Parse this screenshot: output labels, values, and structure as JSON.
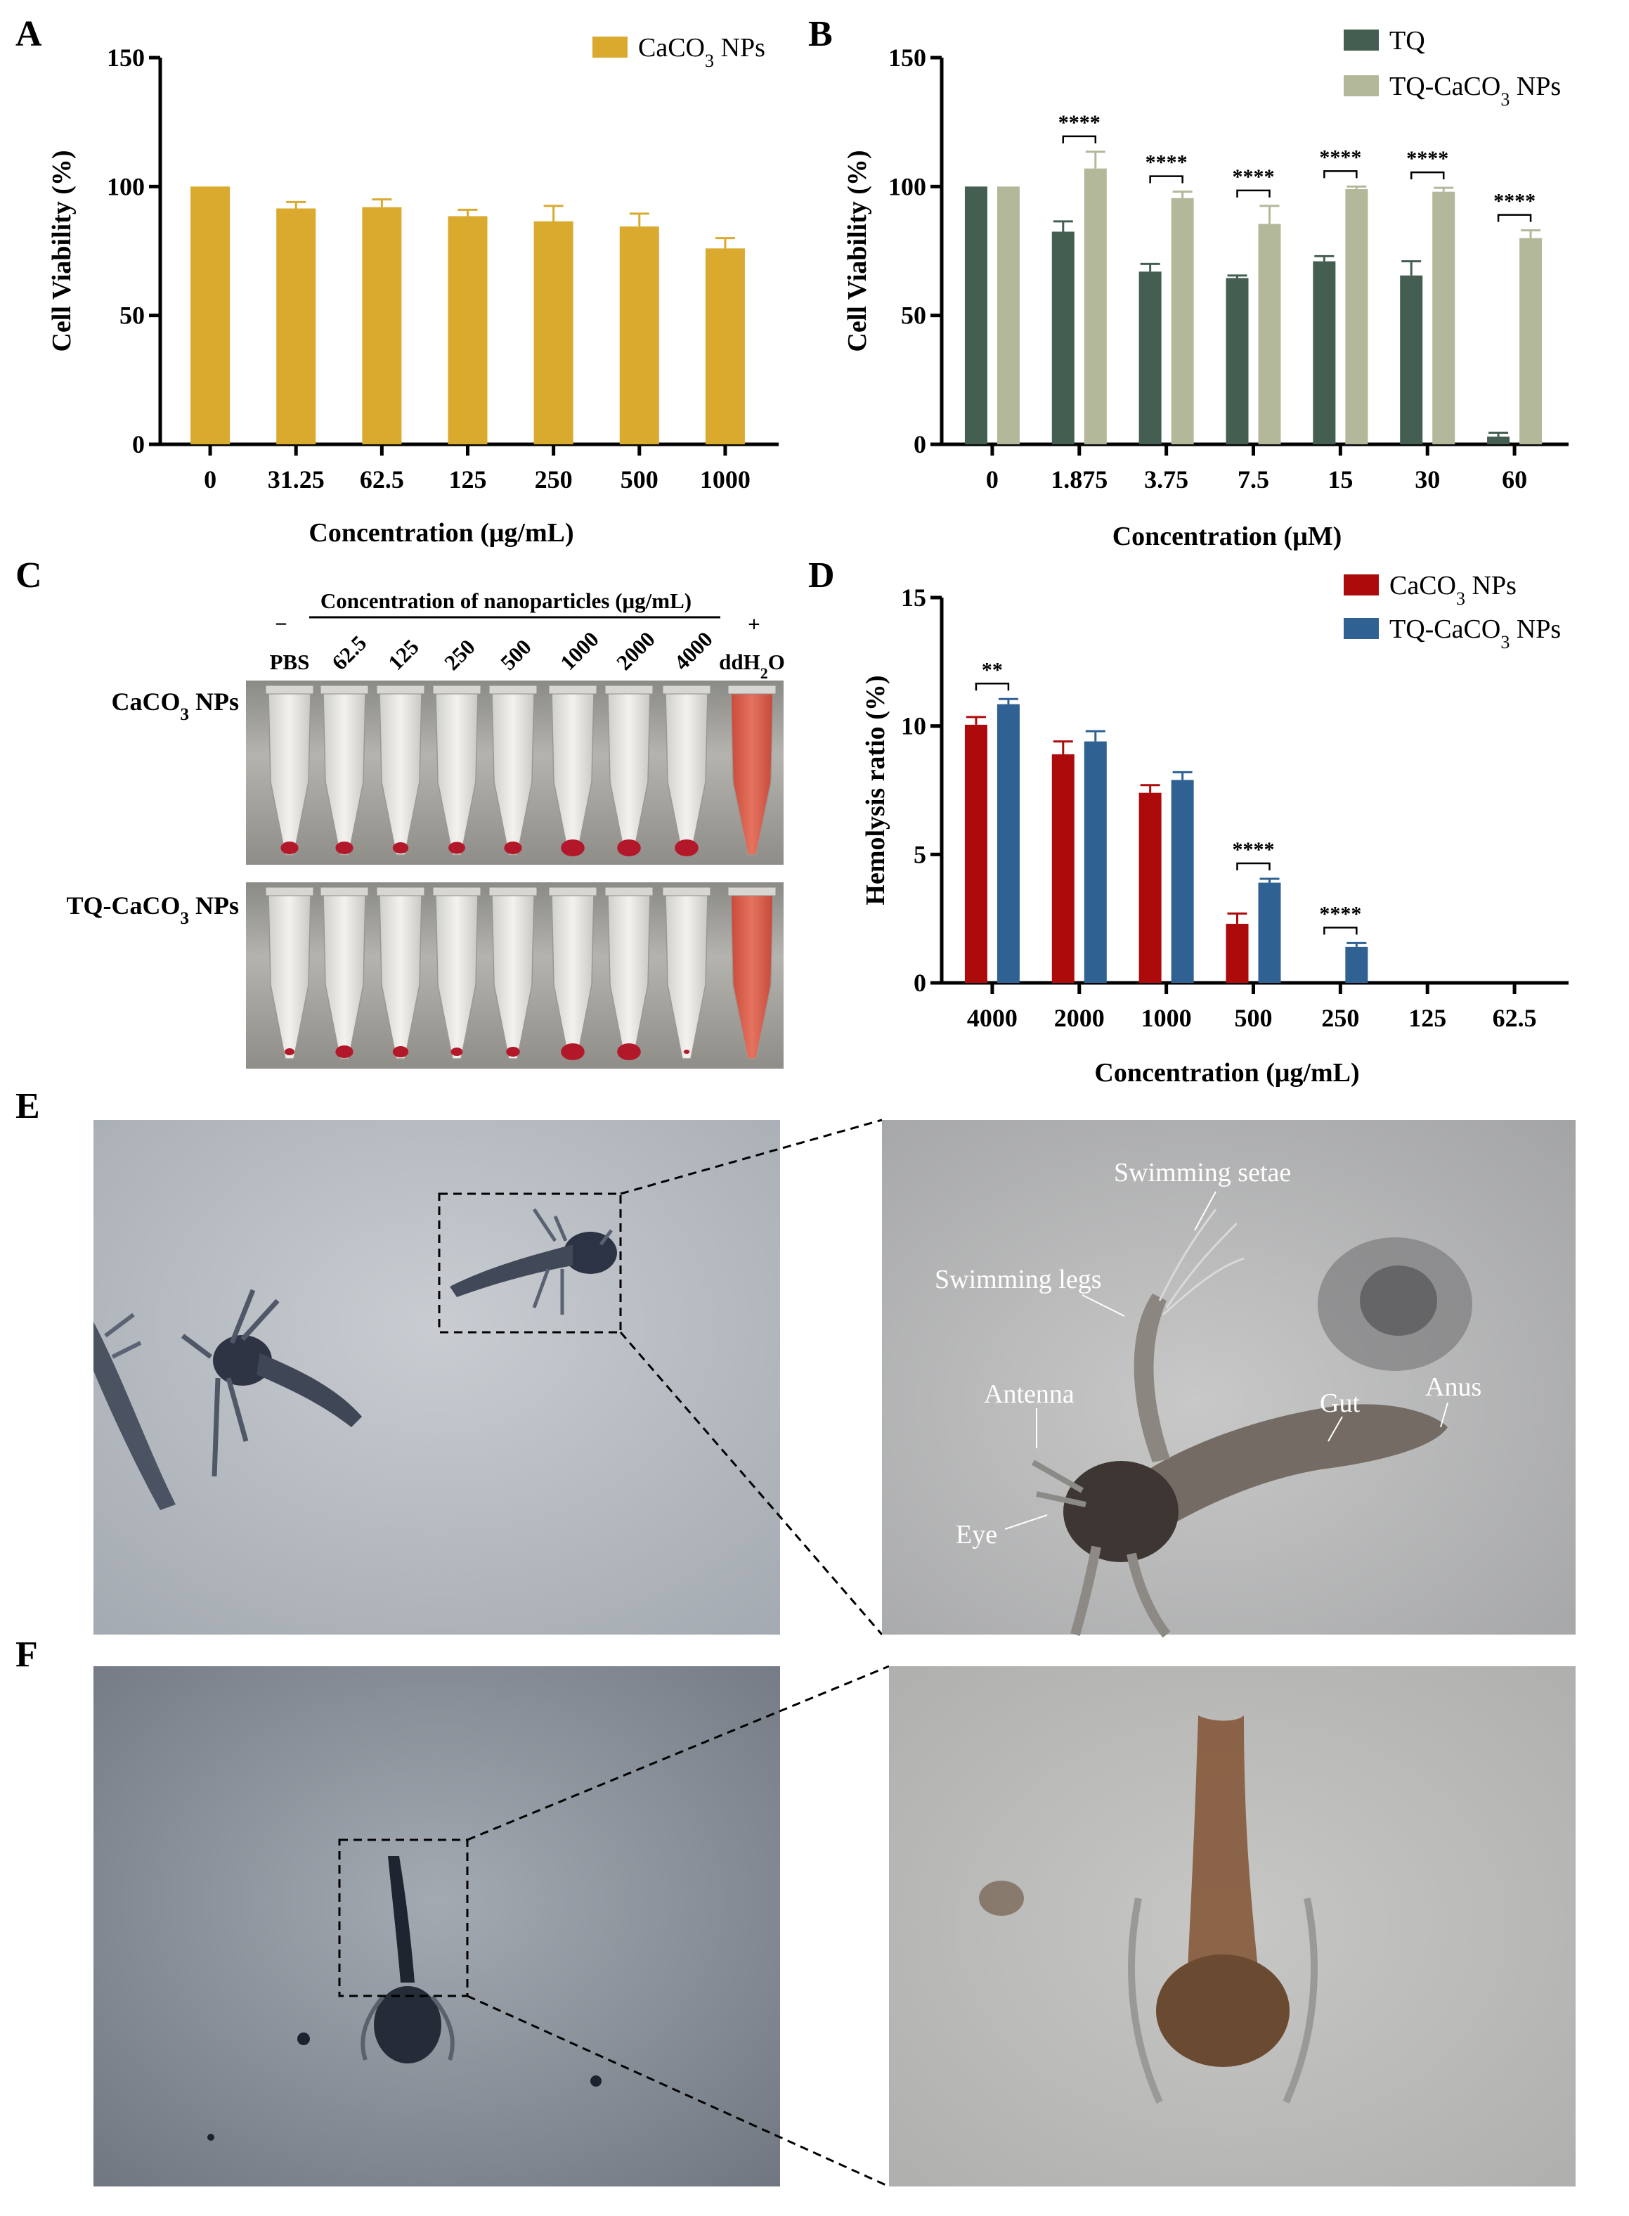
{
  "panels": {
    "A": "A",
    "B": "B",
    "C": "C",
    "D": "D",
    "E": "E",
    "F": "F"
  },
  "colors": {
    "caco3": "#D9AA2E",
    "tq": "#445E52",
    "tq_caco3": "#B4B89A",
    "hemo_caco3": "#AD0B0B",
    "hemo_tq_caco3": "#2F6193"
  },
  "chart_data": [
    {
      "id": "A",
      "type": "bar",
      "title": "",
      "xlabel": "Concentration (μg/mL)",
      "ylabel": "Cell Viability (%)",
      "ylim": [
        0,
        150
      ],
      "yticks": [
        0,
        50,
        100,
        150
      ],
      "categories": [
        "0",
        "31.25",
        "62.5",
        "125",
        "250",
        "500",
        "1000"
      ],
      "legend_position": "top-right",
      "series": [
        {
          "name": "CaCO3 NPs",
          "name_main": "CaCO",
          "name_sub": "3",
          "name_tail": " NPs",
          "values": [
            100,
            91.5,
            92,
            88.5,
            86.5,
            84.5,
            76
          ],
          "errors": [
            0,
            2.5,
            3,
            2.5,
            6,
            5,
            4
          ]
        }
      ],
      "significance": []
    },
    {
      "id": "B",
      "type": "bar",
      "title": "",
      "xlabel": "Concentration (μM)",
      "ylabel": "Cell Viability (%)",
      "ylim": [
        0,
        150
      ],
      "yticks": [
        0,
        50,
        100,
        150
      ],
      "categories": [
        "0",
        "1.875",
        "3.75",
        "7.5",
        "15",
        "30",
        "60"
      ],
      "legend_position": "top-right",
      "series": [
        {
          "name": "TQ",
          "name_main": "TQ",
          "name_sub": "",
          "name_tail": "",
          "values": [
            100,
            82.5,
            67,
            64.5,
            71,
            65.5,
            3
          ],
          "errors": [
            0,
            4,
            3,
            1,
            2,
            5.5,
            1.5
          ]
        },
        {
          "name": "TQ-CaCO3 NPs",
          "name_main": "TQ-CaCO",
          "name_sub": "3",
          "name_tail": " NPs",
          "values": [
            100,
            107,
            95.5,
            85.5,
            99,
            98,
            80
          ],
          "errors": [
            0,
            6.5,
            2.5,
            7,
            1,
            1.5,
            3
          ]
        }
      ],
      "significance": [
        {
          "category": 1,
          "label": "****"
        },
        {
          "category": 2,
          "label": "****"
        },
        {
          "category": 3,
          "label": "****"
        },
        {
          "category": 4,
          "label": "****"
        },
        {
          "category": 5,
          "label": "****"
        },
        {
          "category": 6,
          "label": "****"
        }
      ]
    },
    {
      "id": "D",
      "type": "bar",
      "title": "",
      "xlabel": "Concentration (μg/mL)",
      "ylabel": "Hemolysis ratio (%)",
      "ylim": [
        0,
        15
      ],
      "yticks": [
        0,
        5,
        10,
        15
      ],
      "categories": [
        "4000",
        "2000",
        "1000",
        "500",
        "250",
        "125",
        "62.5"
      ],
      "legend_position": "top-right",
      "series": [
        {
          "name": "CaCO3 NPs",
          "name_main": "CaCO",
          "name_sub": "3",
          "name_tail": " NPs",
          "values": [
            10.05,
            8.9,
            7.4,
            2.3,
            0,
            0,
            0
          ],
          "errors": [
            0.3,
            0.5,
            0.3,
            0.4,
            0,
            0,
            0
          ]
        },
        {
          "name": "TQ-CaCO3 NPs",
          "name_main": "TQ-CaCO",
          "name_sub": "3",
          "name_tail": " NPs",
          "values": [
            10.85,
            9.4,
            7.9,
            3.9,
            1.4,
            0,
            0
          ],
          "errors": [
            0.2,
            0.4,
            0.3,
            0.15,
            0.15,
            0,
            0
          ]
        }
      ],
      "significance": [
        {
          "category": 0,
          "label": "**"
        },
        {
          "category": 3,
          "label": "****"
        },
        {
          "category": 4,
          "label": "****"
        }
      ]
    }
  ],
  "panelC": {
    "header": "Concentration of nanoparticles (μg/mL)",
    "neg": "−",
    "pos": "+",
    "tubes": [
      "PBS",
      "62.5",
      "125",
      "250",
      "500",
      "1000",
      "2000",
      "4000"
    ],
    "water_main": "ddH",
    "water_sub": "2",
    "water_tail": "O",
    "row1_main": "CaCO",
    "row1_sub": "3",
    "row1_tail": " NPs",
    "row2_main": "TQ-CaCO",
    "row2_sub": "3",
    "row2_tail": " NPs",
    "row1_pellet": [
      0.9,
      0.9,
      0.8,
      0.85,
      0.9,
      1.2,
      1.2,
      1.2
    ],
    "row2_pellet": [
      0.5,
      0.9,
      0.8,
      0.6,
      0.7,
      1.2,
      1.2,
      0.3
    ]
  },
  "panelE": {
    "labels": [
      "Swimming setae",
      "Swimming legs",
      "Antenna",
      "Gut",
      "Anus",
      "Eye"
    ]
  }
}
